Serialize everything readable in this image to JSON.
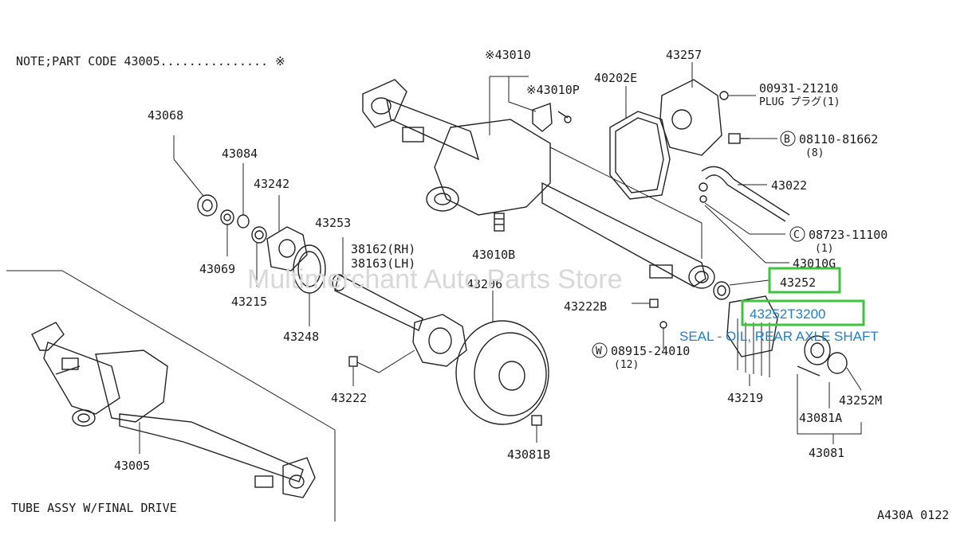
{
  "note": "NOTE;PART CODE 43005............... ※",
  "watermark": "Multimerchant Auto Parts Store",
  "figure_code": "A430A 0122",
  "assembly_label": "TUBE ASSY W/FINAL DRIVE",
  "highlight": {
    "part_number": "43252",
    "callout_code": "43252T3200",
    "callout_desc": "SEAL - OIL, REAR AXLE SHAFT",
    "color": "#3cc43c",
    "text_color": "#1f7fd0"
  },
  "labels": {
    "l43068": "43068",
    "l43084": "43084",
    "l43242": "43242",
    "l43069": "43069",
    "l43215": "43215",
    "l43253": "43253",
    "l43248": "43248",
    "l38162": "38162(RH)",
    "l38163": "38163(LH)",
    "l43206": "43206",
    "l43222": "43222",
    "l43222b": "43222B",
    "l43010": "※43010",
    "l43010p": "※43010P",
    "l43010b": "43010B",
    "l40202e": "40202E",
    "l43257": "43257",
    "l00931": "00931-21210",
    "l_plug": "PLUG プラグ(1)",
    "l08110": "08110-81662",
    "l08110q": "(8)",
    "l43022": "43022",
    "l08723": "08723-11100",
    "l08723q": "(1)",
    "l43010g": "43010G",
    "l08915": "08915-24010",
    "l08915q": "(12)",
    "l43219": "43219",
    "l43252m": "43252M",
    "l43081a": "43081A",
    "l43081": "43081",
    "l43081b": "43081B",
    "l43005": "43005",
    "circ_b": "B",
    "circ_c": "C",
    "circ_w": "W"
  }
}
